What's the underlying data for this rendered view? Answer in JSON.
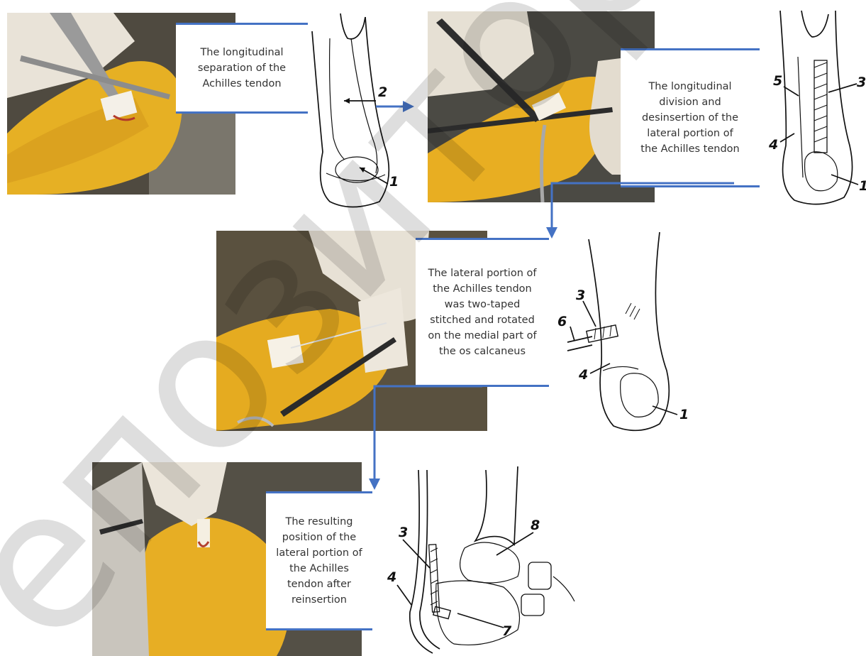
{
  "colors": {
    "accent_blue": "#4472c4",
    "skin_yellow": "#e9b325",
    "glove": "#e8e2d6",
    "watermark": "#000000"
  },
  "steps": [
    {
      "caption": "The longitudinal\nseparation of the\nAchilles tendon",
      "labels": [
        "2",
        "1"
      ]
    },
    {
      "caption": "The longitudinal\ndivision and\ndesinsertion of the\nlateral portion of\nthe Achilles tendon",
      "labels": [
        "5",
        "3",
        "4",
        "1"
      ]
    },
    {
      "caption": "The lateral portion of\nthe Achilles tendon\nwas two-taped\nstitched and rotated\non the medial part of\nthe os calcaneus",
      "labels": [
        "3",
        "6",
        "4",
        "1"
      ]
    },
    {
      "caption": "The resulting\nposition of the\nlateral portion of\nthe Achilles\ntendon after\nreinsertion",
      "labels": [
        "3",
        "8",
        "4",
        "7"
      ]
    }
  ],
  "watermark_text": "епозиторій"
}
